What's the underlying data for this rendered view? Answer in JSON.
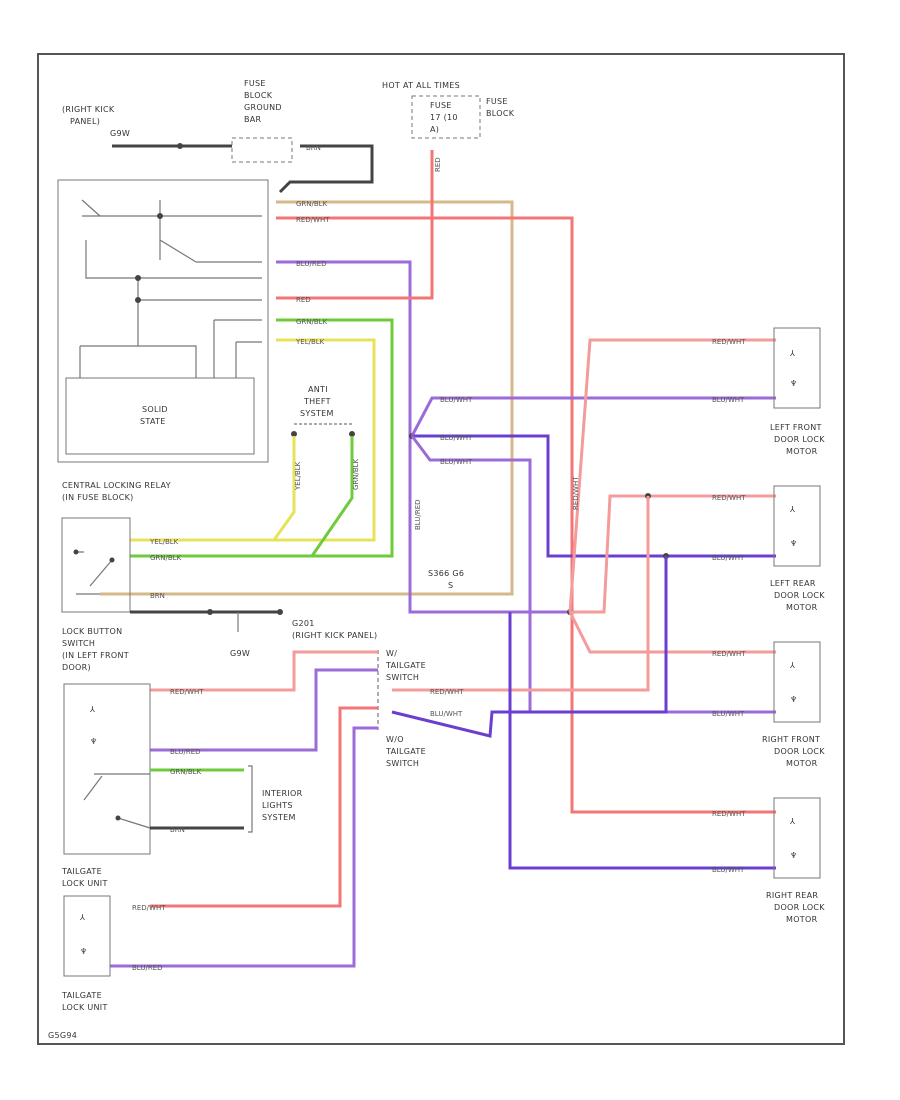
{
  "colors": {
    "tan": "#d6b98a",
    "red": "#f47575",
    "purple": "#9b6bd8",
    "green": "#6fcb3c",
    "yellow": "#e6e25a",
    "pink": "#f49b9b",
    "blue_violet": "#6a3fd0",
    "black": "#444444"
  },
  "labels": {
    "right_kick_panel": [
      "(RIGHT KICK",
      "PANEL)",
      "G9W"
    ],
    "fuse_block_ground": [
      "FUSE",
      "BLOCK",
      "GROUND",
      "BAR"
    ],
    "hot_at_all_times": "HOT AT ALL TIMES",
    "fuse_10a": [
      "FUSE",
      "17 (10",
      "A)"
    ],
    "fuse_block": [
      "FUSE",
      "BLOCK"
    ],
    "solid_state": [
      "SOLID",
      "STATE"
    ],
    "anti_theft": [
      "ANTI",
      "THEFT",
      "SYSTEM"
    ],
    "central_locking_relay": [
      "CENTRAL LOCKING RELAY",
      "(IN FUSE BLOCK)"
    ],
    "lock_button_switch": [
      "LOCK BUTTON",
      "SWITCH",
      "(IN LEFT FRONT",
      "DOOR)"
    ],
    "g9_ground": "G9W",
    "g201": [
      "G201",
      "(RIGHT KICK PANEL)"
    ],
    "tailgate_switch_1": [
      "W/",
      "TAILGATE",
      "SWITCH"
    ],
    "tailgate_switch_2": [
      "W/O",
      "TAILGATE",
      "SWITCH"
    ],
    "interior_lights": [
      "INTERIOR",
      "LIGHTS",
      "SYSTEM"
    ],
    "tailgate_lock_unit_1": [
      "TAILGATE",
      "LOCK UNIT"
    ],
    "tailgate_lock_unit_2": [
      "TAILGATE",
      "LOCK UNIT"
    ],
    "left_front_motor": [
      "LEFT FRONT",
      "DOOR LOCK",
      "MOTOR"
    ],
    "left_rear_motor": [
      "LEFT REAR",
      "DOOR LOCK",
      "MOTOR"
    ],
    "right_front_motor": [
      "RIGHT FRONT",
      "DOOR LOCK",
      "MOTOR"
    ],
    "right_rear_motor": [
      "RIGHT REAR",
      "DOOR LOCK",
      "MOTOR"
    ],
    "splice": [
      "S366 G6",
      "S"
    ],
    "footer": "G5G94"
  },
  "wire_labels": {
    "brn": "BRN",
    "red_top": "RED",
    "grn_blk": "GRN/BLK",
    "red_wht": "RED/WHT",
    "blu_red": "BLU/RED",
    "red": "RED",
    "grn_blk2": "GRN/BLK",
    "yel_blk": "YEL/BLK",
    "yel_blk_v": "YEL/BLK",
    "grn_blk_v": "GRN/BLK",
    "blu_wht": "BLU/WHT",
    "red_wht_v": "RED/WHT",
    "lbs_yel": "YEL/BLK",
    "lbs_grn": "GRN/BLK",
    "lbs_brn": "BRN",
    "tg_red": "RED/WHT",
    "tg_blu": "BLU/RED",
    "tg_grn": "GRN/BLK",
    "tg_brn": "BRN"
  }
}
